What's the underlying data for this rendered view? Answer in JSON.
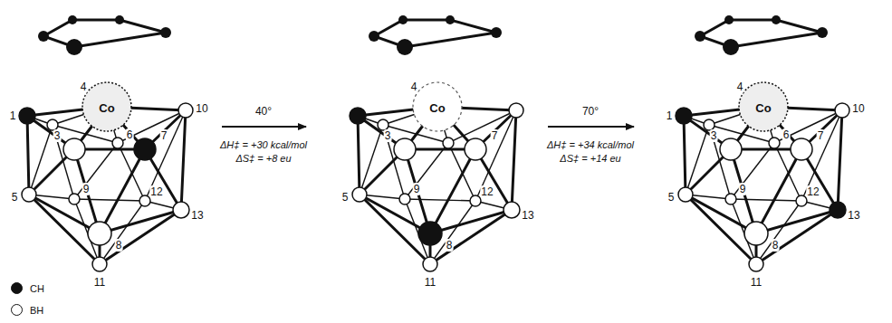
{
  "diagram": {
    "labels": [
      "Co",
      "4",
      "1",
      "6",
      "10",
      "3",
      "7",
      "5",
      "9",
      "12",
      "13",
      "8",
      "11",
      "40°",
      "ΔH‡ = +30 kcal/mol",
      "ΔS‡ = +8 eu",
      "Co",
      "4",
      "3",
      "7",
      "5",
      "9",
      "12",
      "13",
      "8",
      "11",
      "70°",
      "ΔH‡ = +34 kcal/mol",
      "ΔS‡ = +14 eu",
      "Co",
      "4",
      "1",
      "6",
      "10",
      "3",
      "7",
      "5",
      "9",
      "12",
      "13",
      "8",
      "11"
    ],
    "legend": [
      {
        "text": "CH",
        "color": "#111111"
      },
      {
        "text": "BH",
        "color": "#ffffff"
      }
    ]
  }
}
